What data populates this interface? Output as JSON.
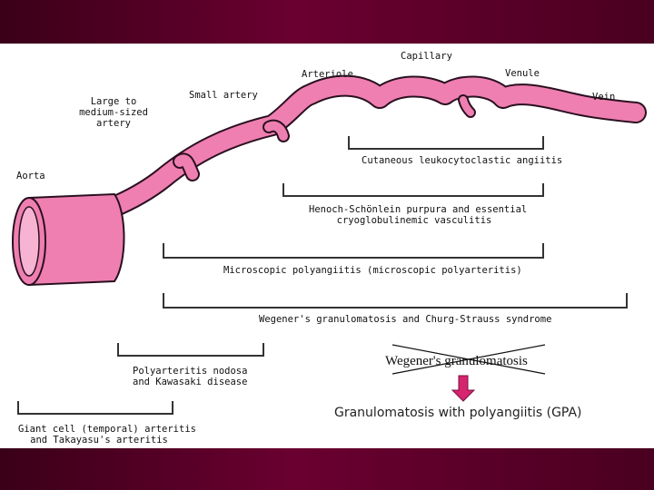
{
  "vessels": {
    "capillary": "Capillary",
    "arteriole": "Arteriole",
    "venule": "Venule",
    "small_artery": "Small artery",
    "vein": "Vein",
    "large_artery": [
      "Large to",
      "medium-sized",
      "artery"
    ],
    "aorta": "Aorta"
  },
  "ranges": {
    "cutaneous": "Cutaneous leukocytoclastic angiitis",
    "henoch": [
      "Henoch-Schönlein purpura and essential",
      "cryoglobulinemic vasculitis"
    ],
    "microscopic": "Microscopic polyangiitis (microscopic polyarteritis)",
    "wegener": "Wegener's granulomatosis and Churg-Strauss syndrome",
    "polyarteritis": [
      "Polyarteritis nodosa",
      "and Kawasaki disease"
    ],
    "giant_cell": [
      "Giant cell (temporal) arteritis",
      "and Takayasu's arteritis"
    ]
  },
  "rename": {
    "old_name": "Wegener's granulomatosis",
    "new_name": "Granulomatosis with polyangiitis (GPA)"
  },
  "colors": {
    "vessel": "#ef7fb0",
    "vessel_outline": "#2a1020",
    "band": "#5a0028",
    "arrow": "#d6246e"
  }
}
